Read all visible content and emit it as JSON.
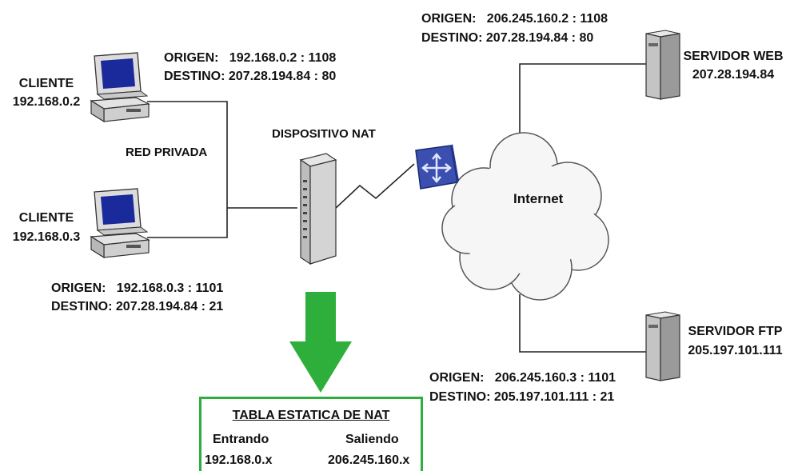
{
  "clients": [
    {
      "name": "CLIENTE",
      "ip": "192.168.0.2"
    },
    {
      "name": "CLIENTE",
      "ip": "192.168.0.3"
    }
  ],
  "private_network_label": "RED PRIVADA",
  "nat_device_label": "DISPOSITIVO NAT",
  "internet_label": "Internet",
  "servers": [
    {
      "name": "SERVIDOR WEB",
      "ip": "207.28.194.84"
    },
    {
      "name": "SERVIDOR FTP",
      "ip": "205.197.101.111"
    }
  ],
  "flows": {
    "client1": {
      "origin_label": "ORIGEN:",
      "origin_ip": "192.168.0.2 :",
      "origin_port": "1108",
      "dest_label": "DESTINO:",
      "dest": "207.28.194.84 : 80"
    },
    "client2": {
      "origin_label": "ORIGEN:",
      "origin_ip": "192.168.0.3 :",
      "origin_port": "1101",
      "dest_label": "DESTINO:",
      "dest": "207.28.194.84 : 21"
    },
    "web": {
      "origin_label": "ORIGEN:",
      "origin_ip": "206.245.160.2 :",
      "origin_port": "1108",
      "dest_label": "DESTINO:",
      "dest": "207.28.194.84 : 80"
    },
    "ftp": {
      "origin_label": "ORIGEN:",
      "origin_ip": "206.245.160.3 :",
      "origin_port": "1101",
      "dest_label": "DESTINO:",
      "dest": "205.197.101.111 : 21"
    }
  },
  "nat_table": {
    "title": "TABLA ESTATICA DE NAT",
    "col_in": "Entrando",
    "col_out": "Saliendo",
    "row_in": "192.168.0.x",
    "row_out": "206.245.160.x"
  },
  "colors": {
    "arrow": "#2eae3b",
    "router": "#3a4fb0",
    "screen": "#1b2a9a"
  }
}
